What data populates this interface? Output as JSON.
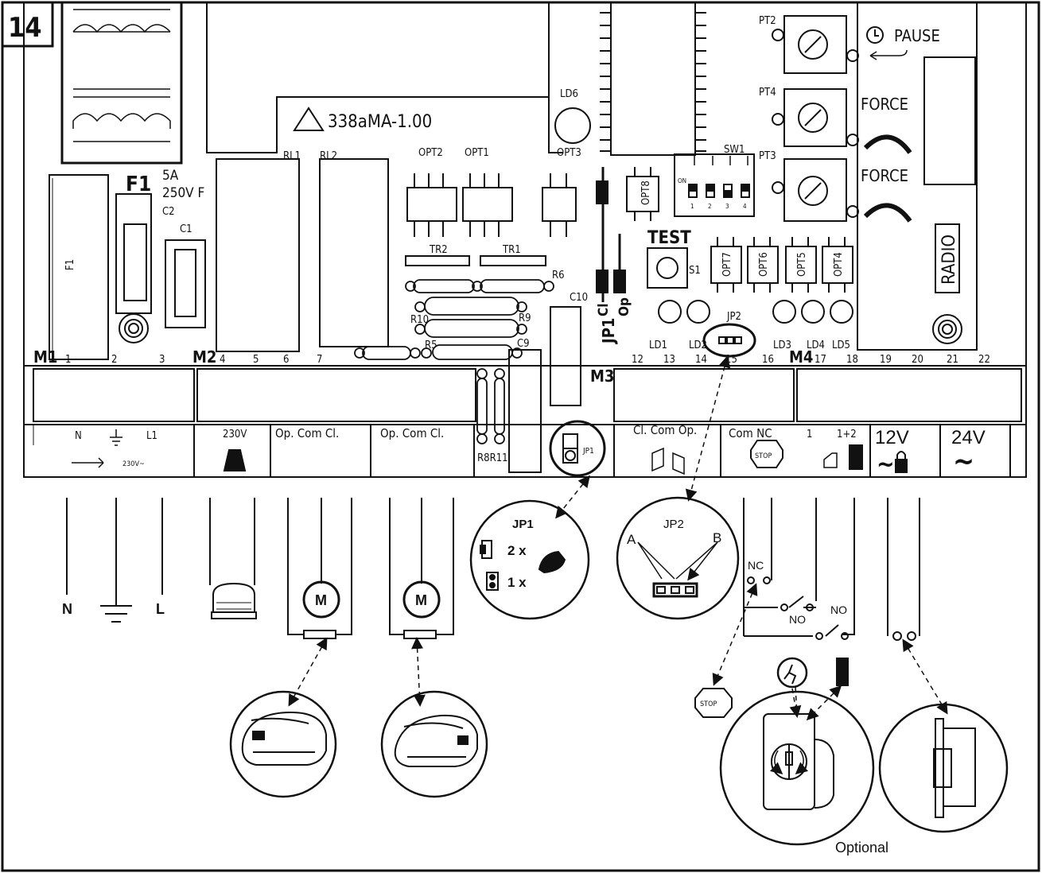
{
  "figure_number": "14",
  "board": {
    "model": "338aMA-1.00",
    "fuse": {
      "name": "F1",
      "rating_line1": "5A",
      "rating_line2": "250V F",
      "body_label": "F1"
    },
    "components": {
      "c1": "C1",
      "c2": "C2",
      "rl1": "RL1",
      "rl2": "RL2",
      "opt1": "OPT1",
      "opt2": "OPT2",
      "opt3": "OPT3",
      "opt4": "OPT4",
      "opt5": "OPT5",
      "opt6": "OPT6",
      "opt7": "OPT7",
      "opt8": "OPT8",
      "tr1": "TR1",
      "tr2": "TR2",
      "ld1": "LD1",
      "ld2": "LD2",
      "ld3": "LD3",
      "ld4": "LD4",
      "ld5": "LD5",
      "ld6": "LD6",
      "r5": "R5",
      "r6": "R6",
      "r8r11": "R8R11",
      "r9": "R9",
      "r10": "R10",
      "c9": "C9",
      "c10": "C10",
      "sw1": "SW1",
      "pt2": "PT2",
      "pt3": "PT3",
      "pt4": "PT4",
      "s1": "S1",
      "jp1": "JP1",
      "jp1_cl": "Cl",
      "jp1_op": "Op",
      "jp2": "JP2",
      "test": "TEST",
      "pause": "PAUSE",
      "force1": "FORCE",
      "force2": "FORCE",
      "radio": "RADIO",
      "dip_on": "ON",
      "dip_nums": [
        "1",
        "2",
        "3",
        "4"
      ]
    },
    "blocks": {
      "m1": "M1",
      "m2": "M2",
      "m3": "M3",
      "m4": "M4"
    },
    "terminal_numbers": [
      "1",
      "2",
      "3",
      "4",
      "5",
      "6",
      "7",
      "12",
      "13",
      "14",
      "15",
      "16",
      "17",
      "18",
      "19",
      "20",
      "21",
      "22"
    ],
    "terminal_labels": {
      "m1_n": "N",
      "m1_l1": "L1",
      "mains": "230V~",
      "lamp": "230V",
      "motor1": "Op. Com Cl.",
      "motor2": "Op. Com Cl.",
      "limit": "Cl. Com Op.",
      "m4_com_nc": "Com NC",
      "m4_1": "1",
      "m4_12": "1+2",
      "m4_stop": "STOP",
      "v12": "12V",
      "v24": "24V",
      "tilde": "~"
    }
  },
  "wiring": {
    "n": "N",
    "l": "L",
    "motor": "M",
    "nc": "NC",
    "no1": "NO",
    "no2": "NO",
    "stop": "STOP",
    "optional": "Optional"
  },
  "jp1_detail": {
    "title": "JP1",
    "opt1": "2 x",
    "opt2": "1 x"
  },
  "jp2_detail": {
    "title": "JP2",
    "a": "A",
    "b": "B"
  }
}
